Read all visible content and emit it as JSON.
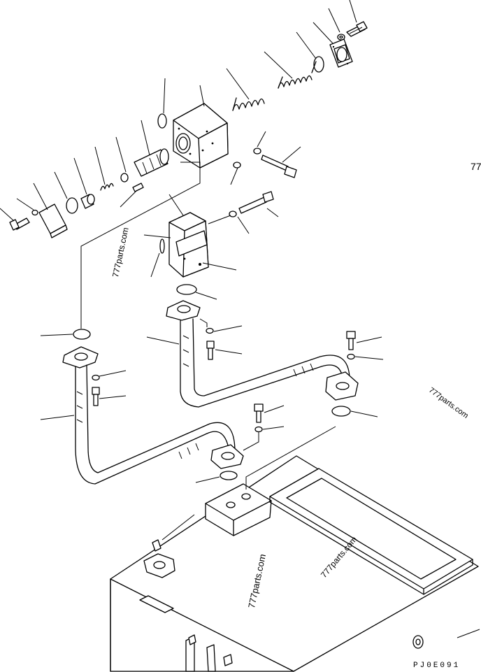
{
  "figure": {
    "drawing_code": "PJ0E091",
    "watermarks": [
      "777parts.com",
      "777parts.com",
      "777parts.com",
      "777parts.com",
      "77"
    ]
  }
}
